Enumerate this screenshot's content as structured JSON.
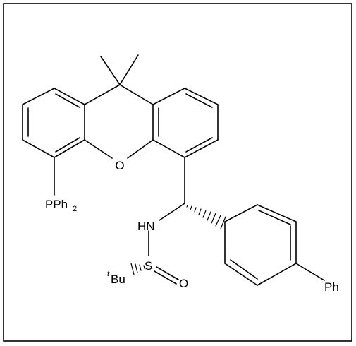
{
  "structure": {
    "atom_labels": {
      "oxygen_ring": "O",
      "phosphine_main": "PPh",
      "phosphine_sub": "2",
      "amine": "HN",
      "sulfur": "S",
      "sulfinyl_oxygen": "O",
      "tbu_sup": "t",
      "tbu_main": "Bu",
      "phenyl": "Ph"
    },
    "frame_color": "#000000"
  }
}
